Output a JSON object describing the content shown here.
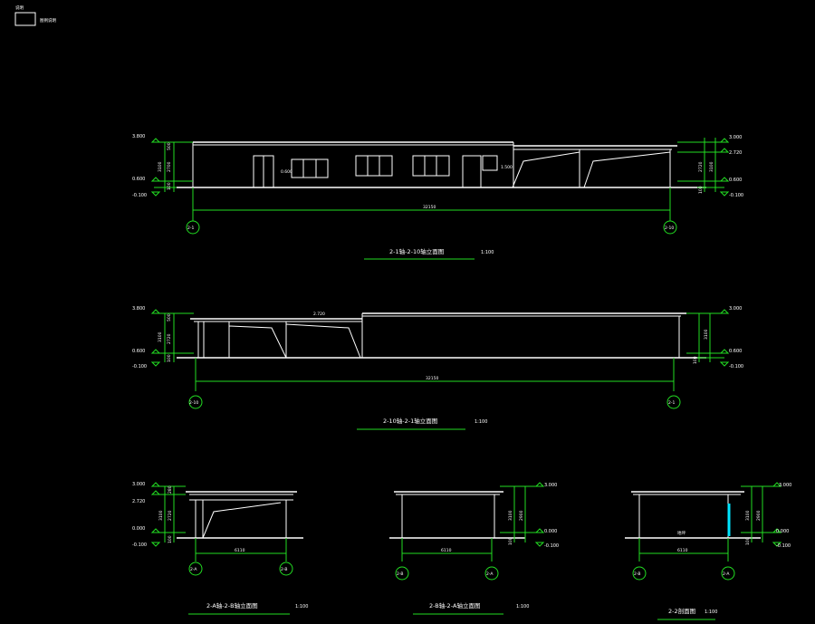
{
  "legend": {
    "label": "图例说明"
  },
  "corner_label": "说明",
  "elevations": [
    {
      "title": "2-1轴-2-10轴立面图",
      "scale": "1:100",
      "overall_dim": "32150",
      "axes": [
        "2-1",
        "2-10"
      ],
      "left_levels": [
        "3.800",
        "0.600",
        "-0.100"
      ],
      "left_dims": [
        "500",
        "2700",
        "100",
        "3100"
      ],
      "right_levels": [
        "3.000",
        "2.720",
        "0.600",
        "-0.100"
      ],
      "right_dims": [
        "2720",
        "3100",
        "100"
      ],
      "notes": [
        "0.600",
        "1.500"
      ]
    },
    {
      "title": "2-10轴-2-1轴立面图",
      "scale": "1:100",
      "overall_dim": "32150",
      "axes": [
        "2-10",
        "2-1"
      ],
      "left_levels": [
        "3.800",
        "0.600",
        "-0.100"
      ],
      "left_dims": [
        "500",
        "2720",
        "3100",
        "100"
      ],
      "right_levels": [
        "3.000",
        "0.600",
        "-0.100"
      ],
      "right_dims": [
        "3100",
        "100"
      ],
      "notes": [
        "2.720"
      ]
    },
    {
      "title": "2-A轴-2-B轴立面图",
      "scale": "1:100",
      "overall_dim": "6110",
      "axes": [
        "2-A",
        "2-B"
      ],
      "left_levels": [
        "3.000",
        "2.720",
        "0.000",
        "-0.100"
      ],
      "left_dims": [
        "280",
        "2720",
        "3100",
        "100"
      ]
    },
    {
      "title": "2-B轴-2-A轴立面图",
      "scale": "1:100",
      "overall_dim": "6110",
      "axes": [
        "2-B",
        "2-A"
      ],
      "right_levels": [
        "3.000",
        "0.000",
        "-0.100"
      ],
      "right_dims": [
        "2900",
        "3100",
        "100"
      ]
    },
    {
      "title": "2-2剖面图",
      "scale": "1:100",
      "overall_dim": "6110",
      "axes": [
        "2-B",
        "2-A"
      ],
      "right_levels": [
        "3.000",
        "0.000",
        "-0.100"
      ],
      "right_dims": [
        "2900",
        "3100",
        "100"
      ],
      "notes": [
        "地坪"
      ]
    }
  ]
}
